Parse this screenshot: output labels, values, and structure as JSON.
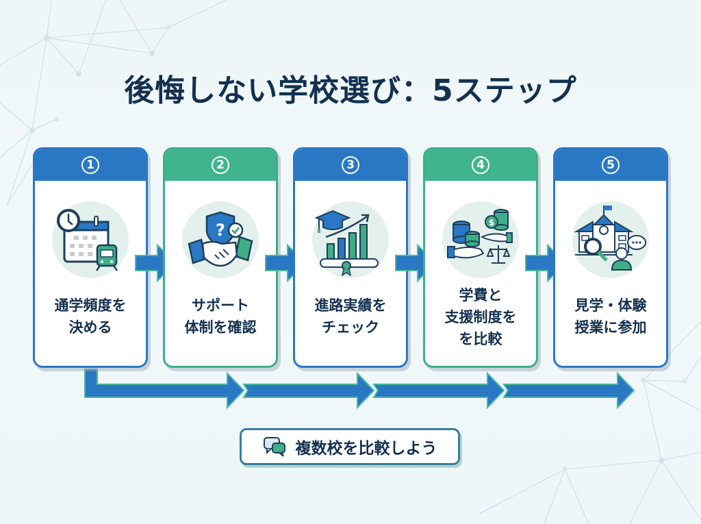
{
  "title": "後悔しない学校選び：5ステップ",
  "colors": {
    "primary_blue": "#2a78c4",
    "accent_green": "#3fb48d",
    "text_navy": "#13304f",
    "background": "#eef6f8"
  },
  "steps": [
    {
      "number": "1",
      "label": "通学頻度を\n決める",
      "theme": "blue",
      "icon": "calendar-clock-train-icon"
    },
    {
      "number": "2",
      "label": "サポート\n体制を確認",
      "theme": "green",
      "icon": "shield-handshake-icon"
    },
    {
      "number": "3",
      "label": "進路実績を\nチェック",
      "theme": "blue",
      "icon": "graduation-growth-chart-icon"
    },
    {
      "number": "4",
      "label": "学費と\n支援制度を\nを比較",
      "theme": "green",
      "icon": "coins-hands-scale-icon"
    },
    {
      "number": "5",
      "label": "見学・体験\n授業に参加",
      "theme": "blue",
      "icon": "school-visit-icon"
    }
  ],
  "cta": {
    "label": "複数校を比較しよう",
    "icon": "chat-bubbles-icon"
  }
}
